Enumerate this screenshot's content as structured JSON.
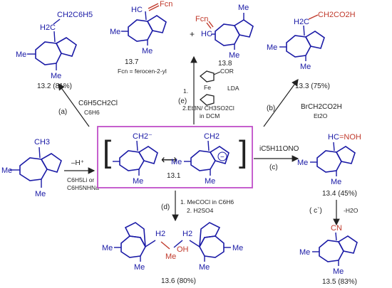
{
  "compounds": {
    "c13_1": "13.1",
    "c13_2": "13.2 (81%)",
    "c13_3": "13.3 (75%)",
    "c13_4": "13.4 (45%)",
    "c13_5": "13.5 (83%)",
    "c13_6": "13.6 (80%)",
    "c13_7": "13.7",
    "c13_8": "13.8"
  },
  "labels": {
    "fcn_def": "Fcn = ferocen-2-yl",
    "minus_h": "–H⁺",
    "base1": "C6H5Li or",
    "base2": "C6H5NHNa",
    "plus": "+"
  },
  "groups": {
    "ch3": "CH3",
    "ch2_minus": "CH2⁻",
    "ch2": "CH2",
    "me": "Me",
    "fcn": "Fcn",
    "hc": "HC",
    "h2c": "H2C",
    "ch2c6h5": "CH2C6H5",
    "ch2co2h": "CH2CO2H",
    "hc_noh": "HC",
    "noh": "=NOH",
    "cn": "CN",
    "h2": "H2",
    "oh": "OH",
    "cor": "COR",
    "fe": "Fe"
  },
  "conditions": {
    "a_label": "(a)",
    "a_reagent": "C6H5CH2Cl",
    "a_solvent": "C6H6",
    "b_label": "(b)",
    "b_reagent": "BrCH2CO2H",
    "b_solvent": "Et2O",
    "c_label": "(c)",
    "c_reagent": "iC5H11ONO",
    "cp_label": "( c`)",
    "cp_reagent": "-H2O",
    "d_label": "(d)",
    "d_step1": "1. MeCOCl in C6H6",
    "d_step2": "2. H2SO4",
    "e_label": "(e)",
    "e_step1": "1.",
    "e_lda": "LDA",
    "e_step2": "2.Et3N/ CH3SO2Cl",
    "e_solvent": "in DCM"
  }
}
